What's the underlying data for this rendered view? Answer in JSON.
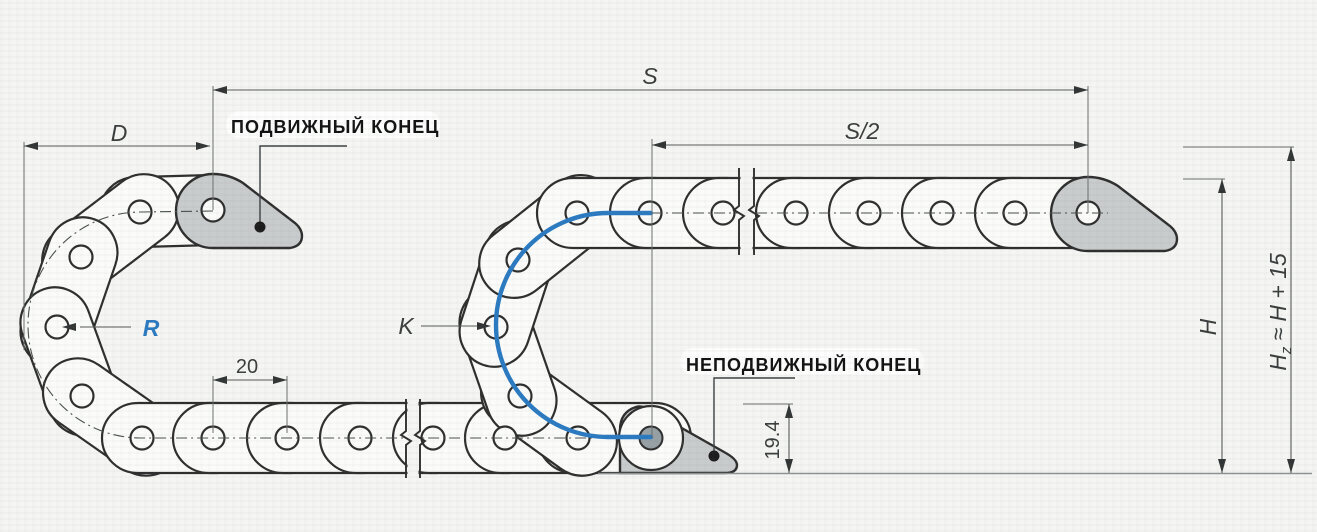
{
  "labels": {
    "movable_end": "ПОДВИЖНЫЙ КОНЕЦ",
    "fixed_end": "НЕПОДВИЖНЫЙ КОНЕЦ"
  },
  "dims": {
    "travel": "S",
    "half_travel": "S/2",
    "loop_diameter": "D",
    "pitch": "20",
    "bend_radius": "R",
    "link_k": "K",
    "height": "H",
    "hz_base": "H",
    "hz_sub": "z",
    "hz_rest": "≈ H + 15",
    "fixed_end_height": "19.4"
  },
  "colors": {
    "accent_blue": "#2b7ac1",
    "bracket_gray": "#c9cccc",
    "outline_dark": "#2e2e2e",
    "dimension_gray": "#5a5e5e",
    "ground_gray": "#8d9191",
    "fixed_hole_fill": "#97a0a4"
  }
}
